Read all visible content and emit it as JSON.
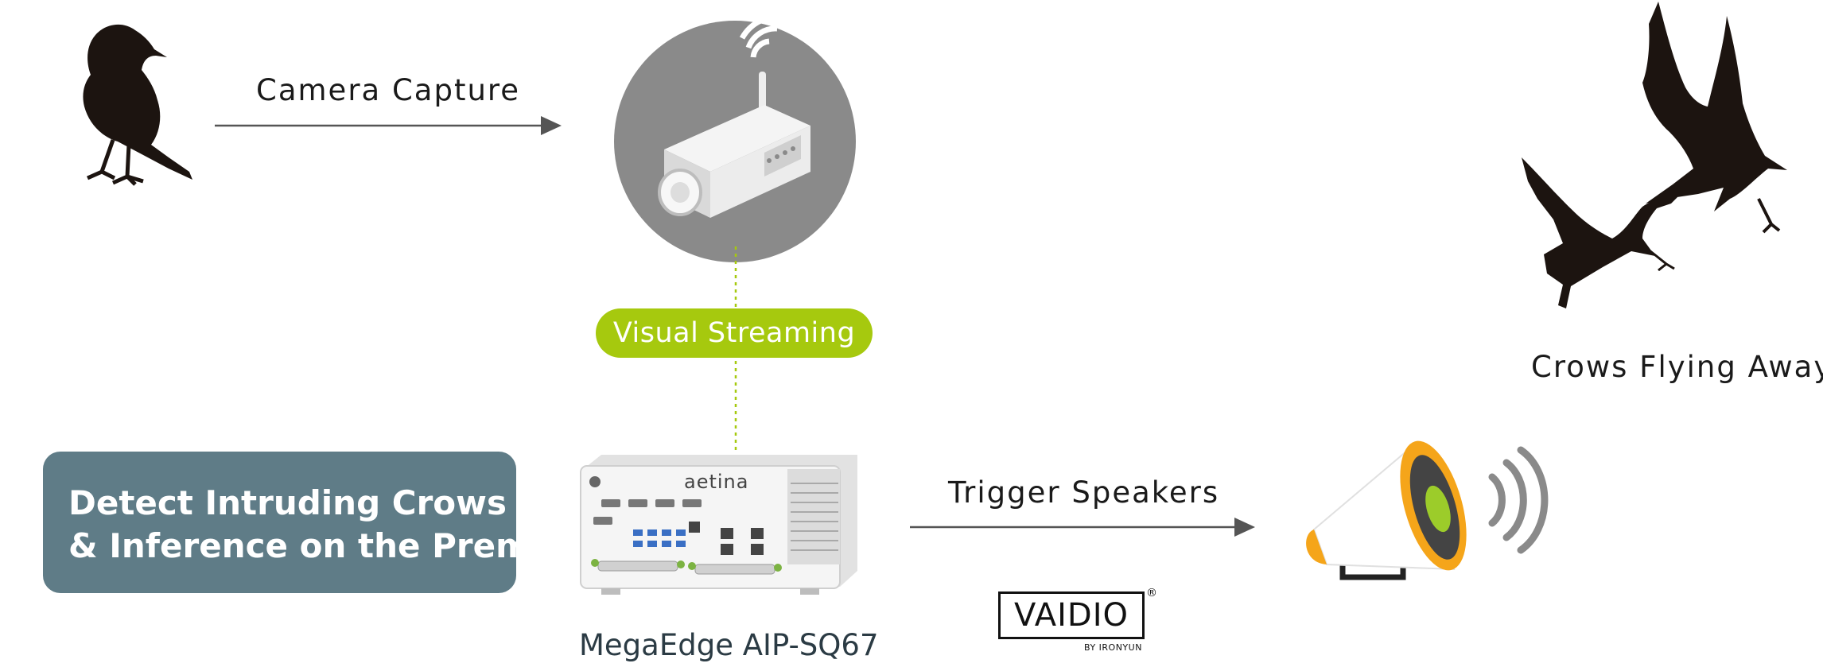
{
  "labels": {
    "camera_capture": "Camera Capture",
    "visual_streaming": "Visual Streaming",
    "crows_flying_away": "Crows Flying Away",
    "trigger_speakers": "Trigger Speakers",
    "detect_line1": "Detect Intruding Crows",
    "detect_line2": "& Inference on the Premise",
    "device_name": "MegaEdge AIP-SQ67",
    "device_brand": "aetina"
  },
  "logo": {
    "text": "VAIDIO",
    "subtext": "BY IRONYUN",
    "mark": "®"
  },
  "colors": {
    "accent_green": "#a6c90e",
    "box_slate": "#5f7c87",
    "circle_gray": "#8a8a8a",
    "arrow_gray": "#555555",
    "speaker_orange": "#f5a51a",
    "speaker_green": "#9ccc2a"
  }
}
